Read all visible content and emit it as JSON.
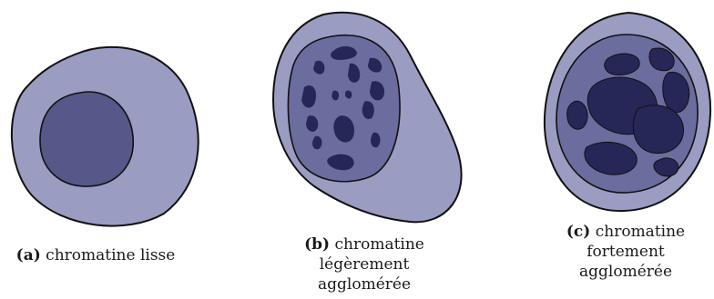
{
  "panels": [
    {
      "tag": "(a)",
      "lines": [
        "chromatine lisse"
      ]
    },
    {
      "tag": "(b)",
      "lines": [
        "chromatine",
        "légèrement",
        "agglomérée"
      ]
    },
    {
      "tag": "(c)",
      "lines": [
        "chromatine",
        "fortement",
        "agglomérée"
      ]
    }
  ],
  "colors": {
    "cytoplasm": "#9a9cc2",
    "nucleus_a": "#555888",
    "nucleus_bc": "#6a6d9d",
    "chromatin": "#262756",
    "outline": "#111111"
  }
}
